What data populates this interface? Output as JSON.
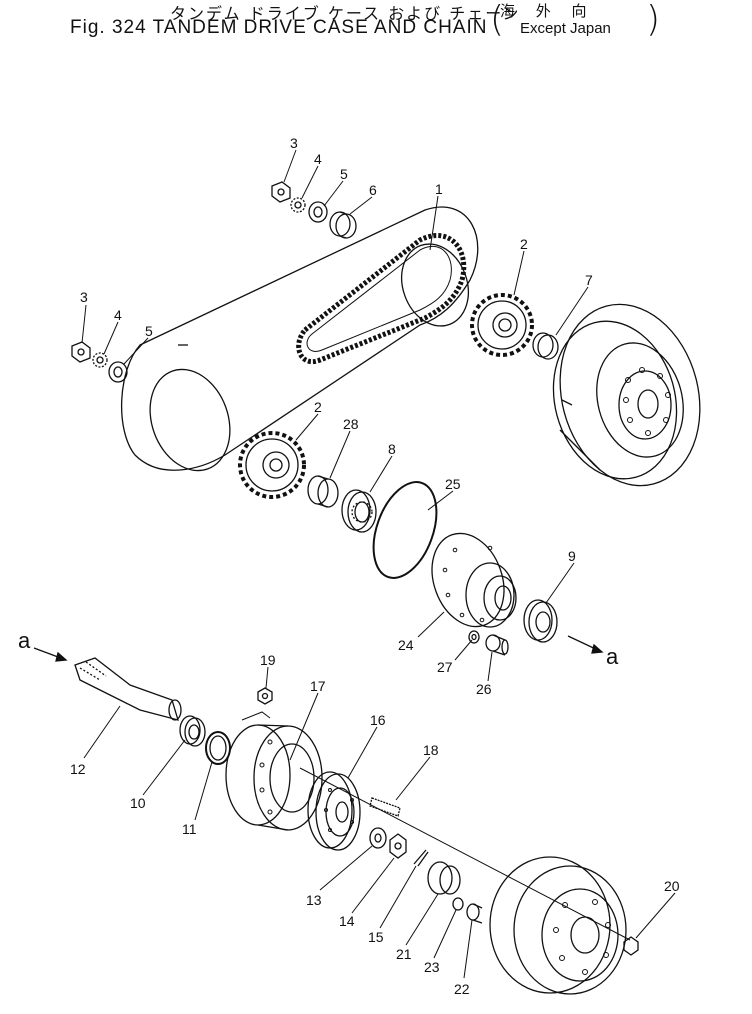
{
  "header": {
    "title_ja": "タンデム ドライブ ケース および チェーン",
    "title_ja_paren": "海 外 向",
    "title_en": "Fig. 324  TANDEM DRIVE CASE AND CHAIN",
    "title_en_paren": "Except Japan"
  },
  "markers": {
    "left": "a",
    "right": "a"
  },
  "callouts": [
    "3",
    "4",
    "5",
    "6",
    "1",
    "2",
    "7",
    "3",
    "4",
    "5",
    "2",
    "28",
    "8",
    "25",
    "9",
    "24",
    "27",
    "26",
    "19",
    "17",
    "16",
    "18",
    "12",
    "10",
    "11",
    "13",
    "14",
    "15",
    "21",
    "23",
    "22",
    "20"
  ]
}
